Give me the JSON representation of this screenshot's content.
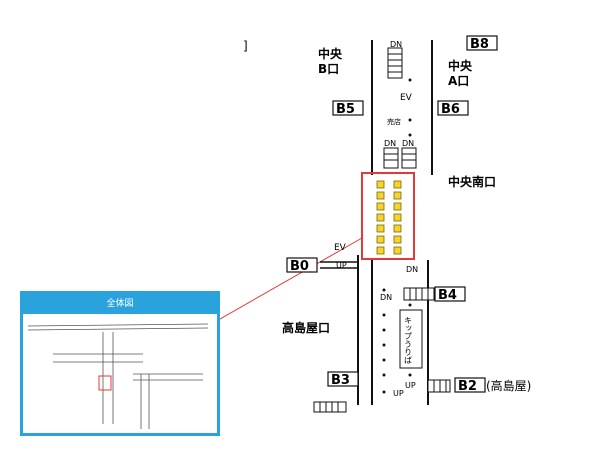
{
  "exits": {
    "chuo_b": "中央\nB口",
    "chuo_a": "中央\nA口",
    "chuo_minami": "中央南口",
    "takashimaya": "高島屋口"
  },
  "tags": {
    "b8": "B8",
    "b5": "B5",
    "b6": "B6",
    "b0": "B0",
    "b4": "B4",
    "b3": "B3",
    "b2": "B2",
    "b2_note": "(高島屋)"
  },
  "symbols": {
    "ev": "EV",
    "dn": "DN",
    "up": "UP",
    "kippu": "キップうりば",
    "shop": "売店",
    "misc_top": "]"
  },
  "overview": {
    "title": "全体図"
  },
  "colors": {
    "highlight_red": "#e53935",
    "overview_blue": "#2aa3dc",
    "gate_yellow": "#f6d32d"
  }
}
